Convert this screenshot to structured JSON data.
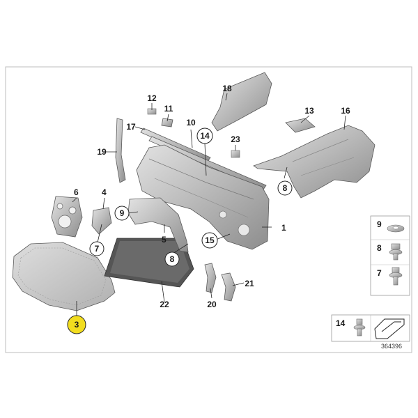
{
  "callouts": {
    "c1": "1",
    "c3": "3",
    "c4": "4",
    "c5": "5",
    "c6": "6",
    "c7": "7",
    "c8a": "8",
    "c8b": "8",
    "c9": "9",
    "c10": "10",
    "c11": "11",
    "c12": "12",
    "c13": "13",
    "c14": "14",
    "c15": "15",
    "c16": "16",
    "c17": "17",
    "c18": "18",
    "c19": "19",
    "c20": "20",
    "c21": "21",
    "c22": "22",
    "c23": "23"
  },
  "legend": {
    "item9": "9",
    "item8": "8",
    "item7": "7",
    "item14": "14"
  },
  "catalog_number": "364396",
  "colors": {
    "highlight_circle": "#f2dd1f",
    "part_fill": "#c9c9c9",
    "part_dark": "#9a9a9a",
    "mat_fill": "#505050",
    "frame_border": "#bdbdbd"
  }
}
